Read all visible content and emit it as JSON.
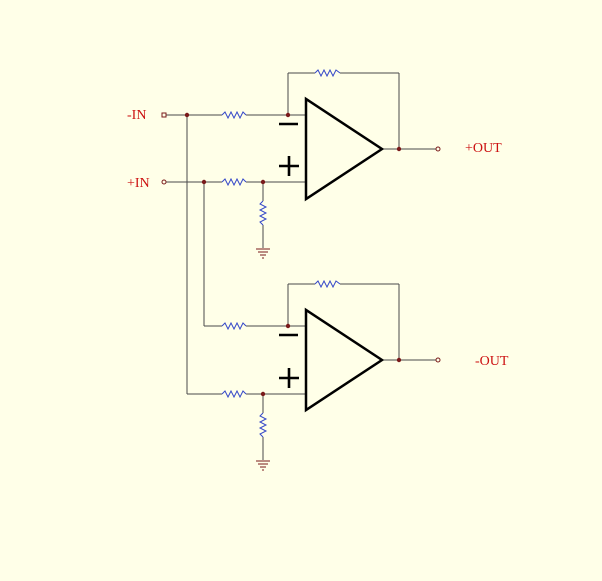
{
  "labels": {
    "in_minus": "-IN",
    "in_plus": "+IN",
    "out_plus": "+OUT",
    "out_minus": "-OUT"
  },
  "colors": {
    "background": "#FFFFE8",
    "wire": "#4a4a4a",
    "resistor": "#3548c8",
    "label": "#cc1111",
    "junction": "#7a1a1a"
  }
}
